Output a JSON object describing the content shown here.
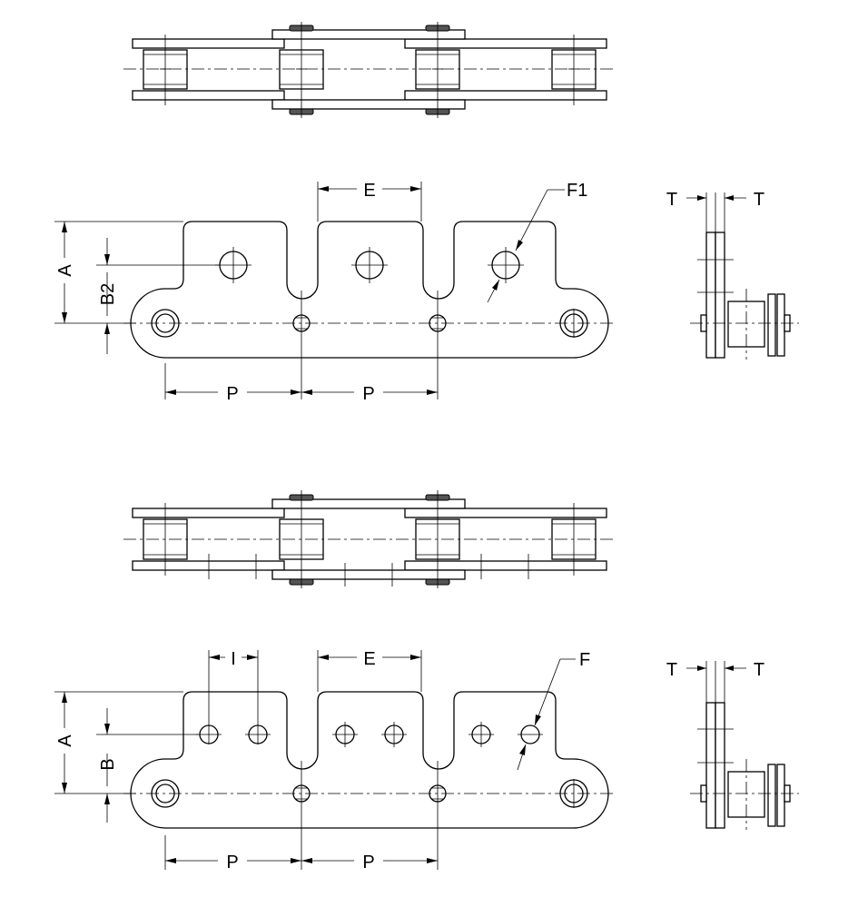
{
  "labels": {
    "top_view": {
      "E": "E",
      "F1": "F1",
      "A": "A",
      "B2": "B2",
      "P_left": "P",
      "P_right": "P",
      "T_left": "T",
      "T_right": "T"
    },
    "bottom_view": {
      "I": "I",
      "E": "E",
      "F": "F",
      "A": "A",
      "B": "B",
      "P_left": "P",
      "P_right": "P",
      "T_left": "T",
      "T_right": "T"
    }
  }
}
